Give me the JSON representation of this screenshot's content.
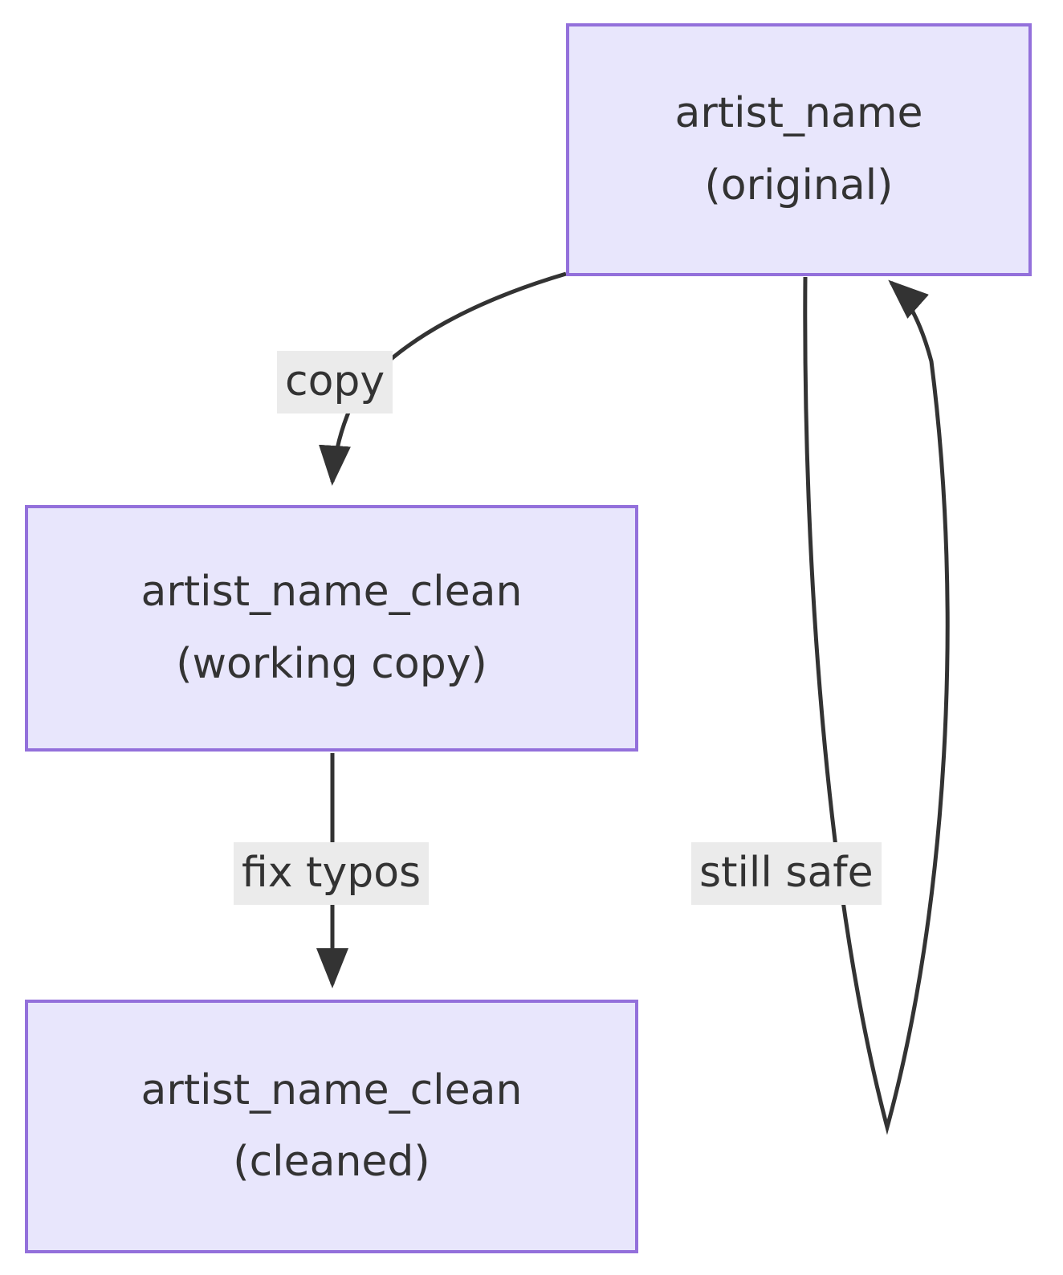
{
  "diagram": {
    "type": "flowchart",
    "direction": "top-down",
    "background_color": "#ffffff",
    "node_fill_color": "#e8e6fc",
    "node_border_color": "#9370db",
    "edge_color": "#333333",
    "edge_label_background": "#ebebeb",
    "text_color": "#333333",
    "nodes": [
      {
        "id": "original",
        "line1": "artist_name",
        "line2": "(original)"
      },
      {
        "id": "working",
        "line1": "artist_name_clean",
        "line2": "(working copy)"
      },
      {
        "id": "cleaned",
        "line1": "artist_name_clean",
        "line2": "(cleaned)"
      }
    ],
    "edges": [
      {
        "id": "copy",
        "from": "original",
        "to": "working",
        "label": "copy",
        "arrow": "down"
      },
      {
        "id": "fix-typos",
        "from": "working",
        "to": "cleaned",
        "label": "fix typos",
        "arrow": "down"
      },
      {
        "id": "still-safe",
        "from": "original",
        "to": "original",
        "label": "still safe",
        "arrow": "self-loop"
      }
    ]
  }
}
